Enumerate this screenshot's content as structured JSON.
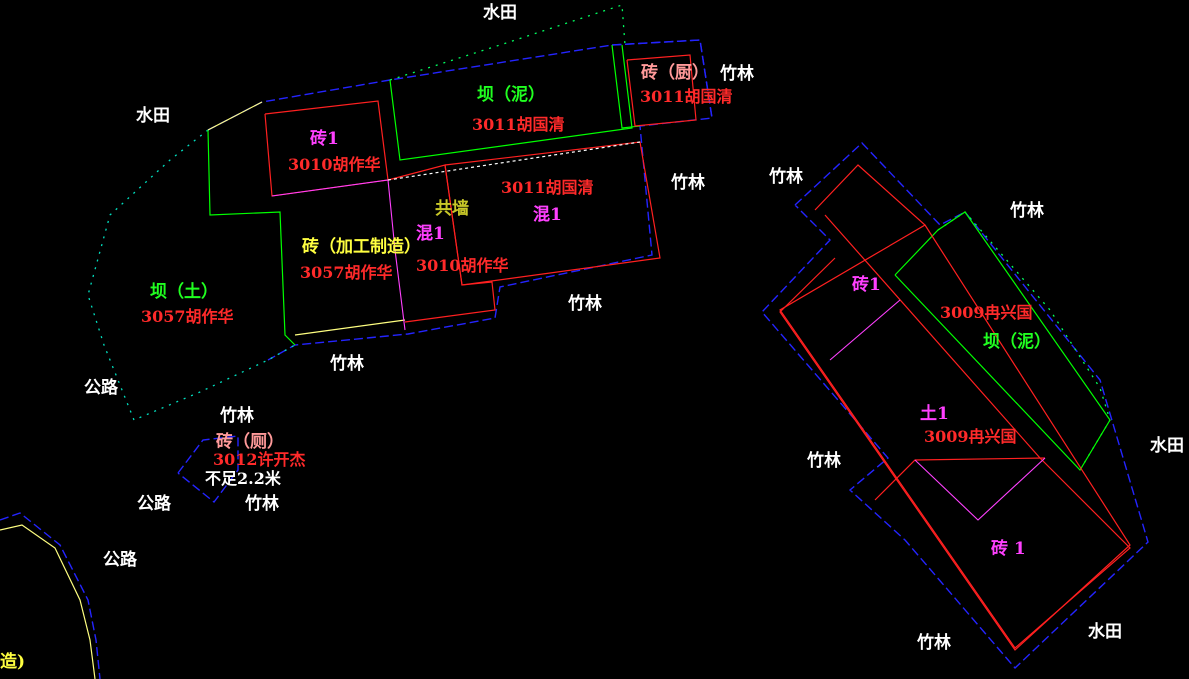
{
  "colors": {
    "background": "#000000",
    "boundary_blue": "#2020ff",
    "parcel_green": "#00ff00",
    "parcel_red": "#ff2020",
    "parcel_magenta": "#ff00ff",
    "parcel_yellow": "#ffff60",
    "label_white": "#ffffff",
    "label_red": "#ff2a2a",
    "label_green": "#20ff20",
    "label_magenta": "#ff40ff",
    "label_yellow": "#ffff40",
    "label_olive": "#c8c828",
    "label_pink": "#ff9a9a"
  },
  "labels": {
    "water_field_top": "水田",
    "water_field_left": "水田",
    "water_field_right": "水田",
    "water_field_bottom": "水田",
    "bamboo_top_right": "竹林",
    "bamboo_mid": "竹林",
    "bamboo_center": "竹林",
    "bamboo_lower": "竹林",
    "bamboo_small": "竹林",
    "bamboo_small_bottom": "竹林",
    "bamboo_right_top": "竹林",
    "bamboo_right_upper": "竹林",
    "bamboo_right_mid": "竹林",
    "bamboo_right_bottom": "竹林",
    "road_1": "公路",
    "road_2": "公路",
    "road_3": "公路",
    "dam_mud_top": "坝（泥）",
    "owner_3011_a": "3011胡国清",
    "brick_kitchen": "砖（厨）",
    "owner_3011_b": "3011胡国清",
    "brick_1_a": "砖1",
    "owner_3010_a": "3010胡作华",
    "owner_3011_c": "3011胡国清",
    "mixed_1_a": "混1",
    "shared_wall": "共墙",
    "mixed_1_b": "混1",
    "brick_processing": "砖（加工制造）",
    "owner_3057_a": "3057胡作华",
    "owner_3010_b": "3010胡作华",
    "dam_soil": "坝（土）",
    "owner_3057_b": "3057胡作华",
    "brick_toilet": "砖（厕）",
    "owner_3012": "3012许开杰",
    "under_height": "不足2.2米",
    "brick_1_right": "砖1",
    "owner_3009_a": "3009冉兴国",
    "dam_mud_right": "坝（泥）",
    "soil_1": "土1",
    "owner_3009_b": "3009冉兴国",
    "brick_1_bottom": "砖 1",
    "cut_label": "造)"
  }
}
